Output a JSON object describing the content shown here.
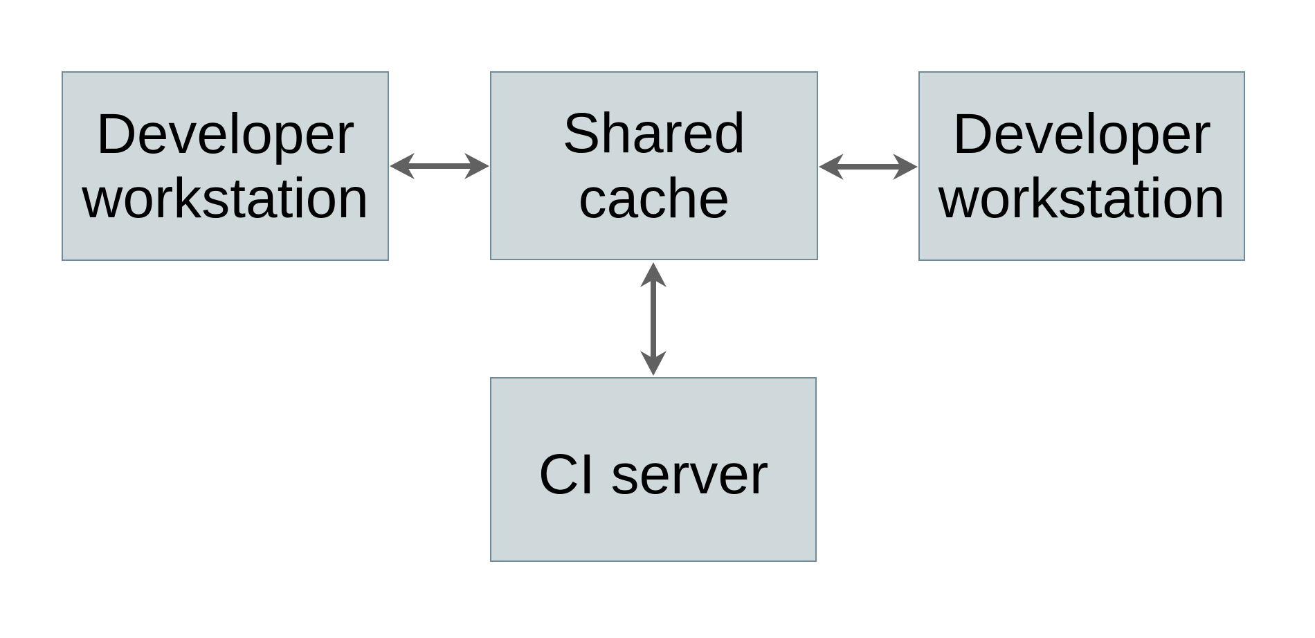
{
  "colors": {
    "background": "#ffffff",
    "node_fill": "#cfd8da",
    "node_border": "#6f8b99",
    "arrow": "#616161",
    "text": "#000000"
  },
  "nodes": [
    {
      "id": "developer-workstation-left",
      "label": "Developer\nworkstation"
    },
    {
      "id": "shared-cache",
      "label": "Shared\ncache"
    },
    {
      "id": "developer-workstation-right",
      "label": "Developer\nworkstation"
    },
    {
      "id": "ci-server",
      "label": "CI server"
    }
  ],
  "connections": [
    {
      "from": "developer-workstation-left",
      "to": "shared-cache",
      "style": "double-arrow",
      "orientation": "horizontal"
    },
    {
      "from": "shared-cache",
      "to": "developer-workstation-right",
      "style": "double-arrow",
      "orientation": "horizontal"
    },
    {
      "from": "shared-cache",
      "to": "ci-server",
      "style": "double-arrow",
      "orientation": "vertical"
    }
  ]
}
